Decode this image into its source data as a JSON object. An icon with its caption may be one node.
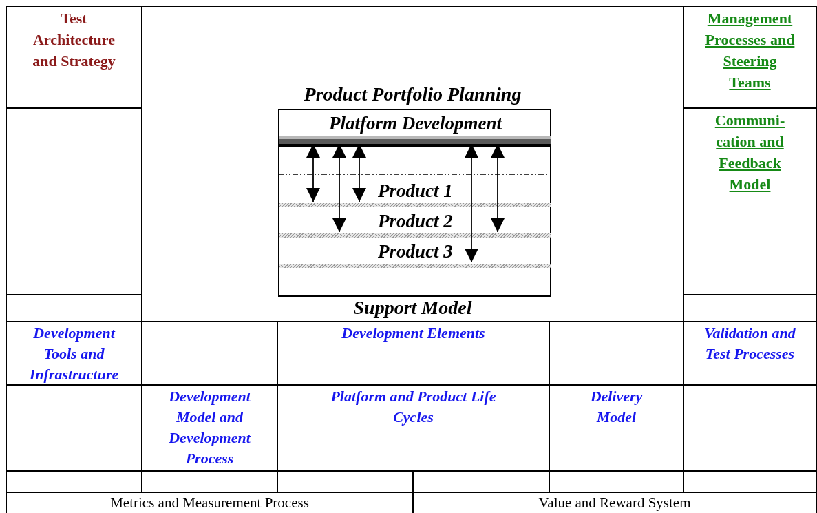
{
  "diagram": {
    "nodes": [
      {
        "text": [
          "Test Architecture and Strategy"
        ]
      },
      {
        "text": [
          "Product Portfolio Planning",
          "Support Model"
        ]
      },
      {
        "text": [],
        "shape": "box",
        "in": 1
      },
      {
        "text": [
          "Platform Development"
        ],
        "in": 2
      },
      {
        "text": [
          "Product 1"
        ],
        "in": 2
      },
      {
        "text": [
          "Product 2"
        ],
        "in": 2
      },
      {
        "text": [
          "Product 3"
        ],
        "in": 2
      },
      {
        "text": [
          "Management Processes and Steering Teams"
        ]
      },
      {
        "text": [],
        "shape": "box"
      },
      {
        "text": [
          "Communi-cation and Feedback Model"
        ]
      },
      {
        "text": [],
        "shape": "box"
      },
      {
        "text": [],
        "shape": "box"
      },
      {
        "text": [
          "Development Tools and Infrastructure"
        ]
      },
      {
        "text": [],
        "shape": "box"
      },
      {
        "text": [
          "Development Elements"
        ]
      },
      {
        "text": [],
        "shape": "box"
      },
      {
        "text": [
          "Validation and Test Processes"
        ]
      },
      {
        "text": [],
        "shape": "box"
      },
      {
        "text": [
          "Development Model and Development Process"
        ]
      },
      {
        "text": [
          "Platform and Product Life Cycles"
        ]
      },
      {
        "text": [
          "Delivery Model"
        ]
      },
      {
        "text": [],
        "shape": "box"
      },
      {
        "text": [],
        "shape": "box"
      },
      {
        "text": [],
        "shape": "box"
      },
      {
        "text": [],
        "shape": "box"
      },
      {
        "text": [],
        "shape": "box"
      },
      {
        "text": [],
        "shape": "box"
      },
      {
        "text": [],
        "shape": "box"
      },
      {
        "text": [
          "Metrics and Measurement Process"
        ]
      },
      {
        "text": [
          "Value and Reward System"
        ]
      }
    ],
    "edges": [
      {
        "from": 3,
        "to": 4,
        "arrow": "both"
      },
      {
        "from": 3,
        "to": 5,
        "arrow": "both"
      },
      {
        "from": 3,
        "to": 4,
        "arrow": "both"
      },
      {
        "from": 3,
        "to": 6,
        "arrow": "both"
      },
      {
        "from": 3,
        "to": 5,
        "arrow": "both"
      }
    ]
  }
}
